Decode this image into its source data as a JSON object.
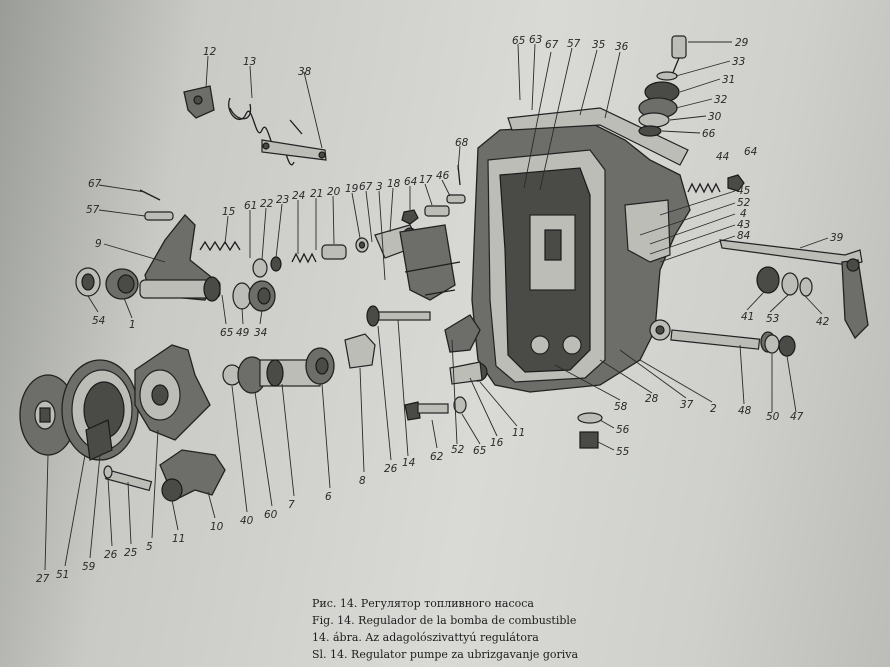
{
  "figure": {
    "part_labels": [
      "12",
      "13",
      "38",
      "65",
      "63",
      "57",
      "35",
      "36",
      "29",
      "33",
      "31",
      "32",
      "30",
      "66",
      "67",
      "67",
      "57",
      "9",
      "15",
      "61",
      "22",
      "23",
      "24",
      "21",
      "20",
      "19",
      "68",
      "3",
      "18",
      "64",
      "17",
      "46",
      "44",
      "64",
      "45",
      "52",
      "4",
      "43",
      "84",
      "39",
      "54",
      "1",
      "65",
      "49",
      "34",
      "41",
      "53",
      "42",
      "50",
      "47",
      "48",
      "2",
      "37",
      "28",
      "58",
      "56",
      "55",
      "11",
      "16",
      "65",
      "62",
      "52",
      "26",
      "14",
      "8",
      "6",
      "7",
      "60",
      "40",
      "27",
      "51",
      "59",
      "26",
      "25",
      "5",
      "11",
      "10"
    ],
    "captions": [
      "Рис. 14. Регулятор топливного насоса",
      "Fig. 14. Regulador de la bomba de combustible",
      "14. ábra. Az adagolószivattyú regulátora",
      "Sl. 14. Regulator pumpe za ubrizgavanje goriva"
    ]
  }
}
